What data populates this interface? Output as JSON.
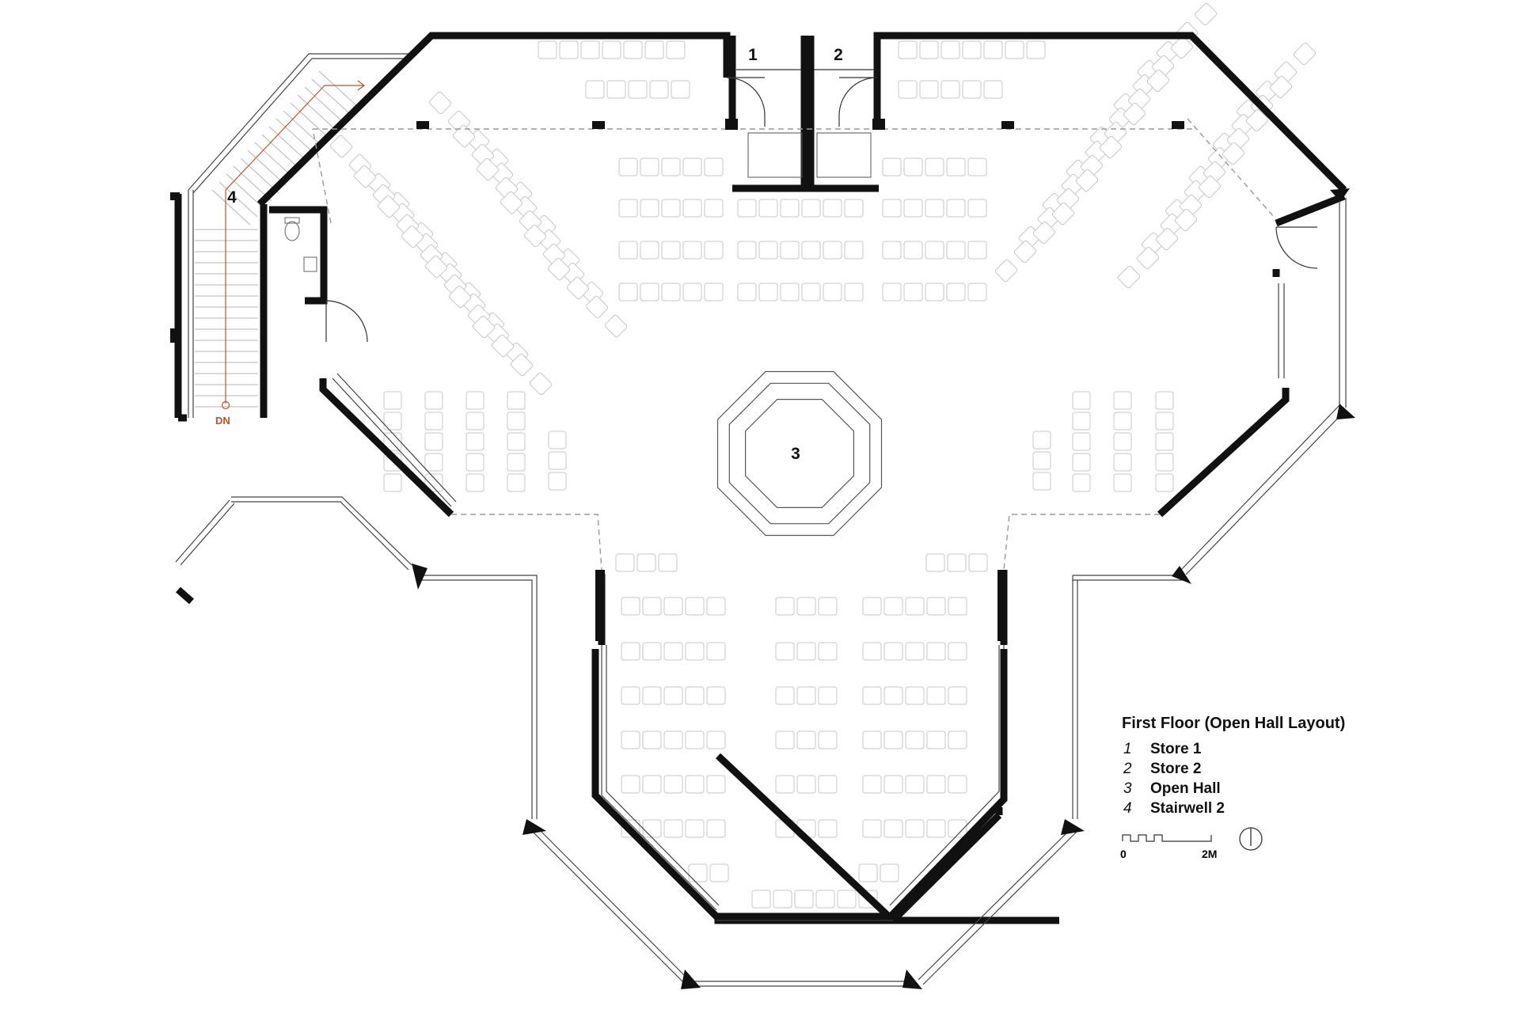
{
  "plan": {
    "room_labels": [
      "1",
      "2",
      "3",
      "4"
    ],
    "stair_direction": "DN"
  },
  "legend": {
    "title": "First Floor (Open Hall Layout)",
    "items": [
      {
        "number": "1",
        "label": "Store 1"
      },
      {
        "number": "2",
        "label": "Store 2"
      },
      {
        "number": "3",
        "label": "Open Hall"
      },
      {
        "number": "4",
        "label": "Stairwell 2"
      }
    ]
  },
  "scale_bar": {
    "start": "0",
    "end": "2M"
  },
  "colors": {
    "walls": "#111111",
    "seats": "#c7c7c7",
    "stair_path": "#c0522a"
  },
  "icons": {
    "north_arrow": "north-arrow-icon"
  }
}
